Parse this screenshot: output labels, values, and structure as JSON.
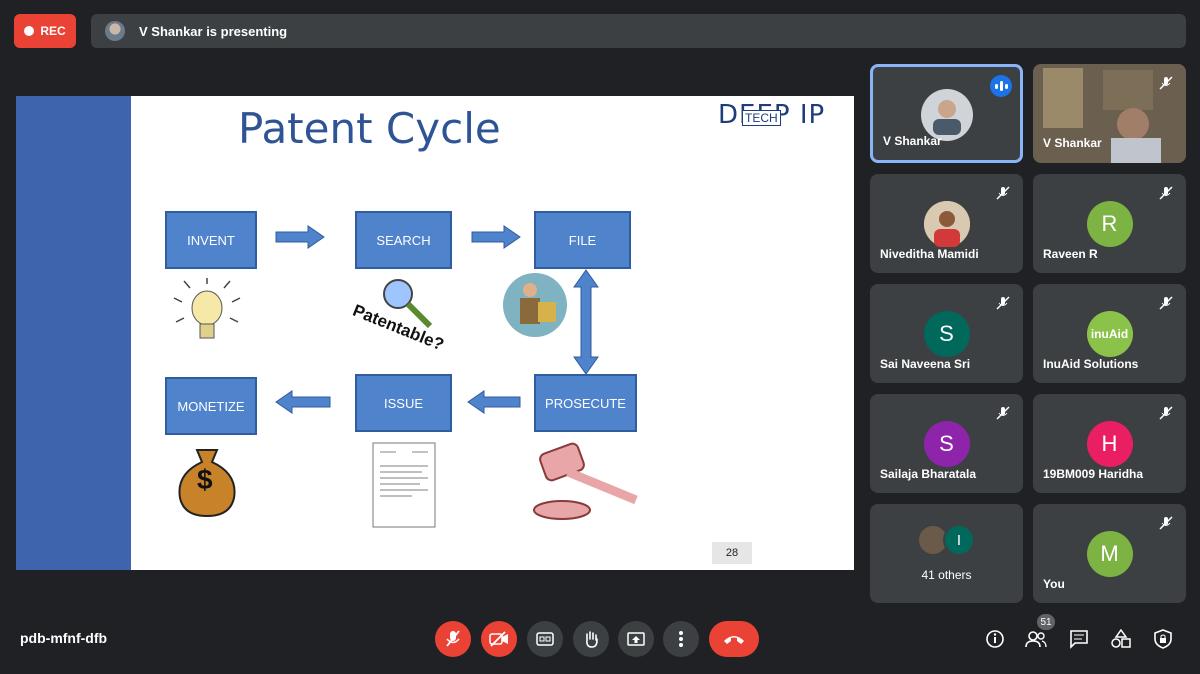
{
  "topbar": {
    "rec_label": "REC",
    "presenting_text": "V Shankar is presenting"
  },
  "slide": {
    "title": "Patent Cycle",
    "logo_main": "DEEP IP",
    "logo_tech": "TECH",
    "boxes": {
      "invent": "INVENT",
      "search": "SEARCH",
      "file": "FILE",
      "monetize": "MONETIZE",
      "issue": "ISSUE",
      "prosecute": "PROSECUTE"
    },
    "patentable_caption": "Patentable?",
    "dollar_sign": "$",
    "page_number": "28"
  },
  "participants": [
    {
      "name": "V Shankar",
      "initial": "",
      "color": "",
      "speaking": true
    },
    {
      "name": "V Shankar",
      "initial": "",
      "color": "",
      "muted": true
    },
    {
      "name": "Niveditha Mamidi",
      "initial": "",
      "color": "",
      "muted": true
    },
    {
      "name": "Raveen R",
      "initial": "R",
      "color": "#7cb342",
      "muted": true
    },
    {
      "name": "Sai Naveena Sri",
      "initial": "S",
      "color": "#00695c",
      "muted": true
    },
    {
      "name": "InuAid Solutions",
      "initial": "inuAid",
      "color": "#8bc34a",
      "muted": true
    },
    {
      "name": "Sailaja Bharatala",
      "initial": "S",
      "color": "#8e24aa",
      "muted": true
    },
    {
      "name": "19BM009 Haridha",
      "initial": "H",
      "color": "#e91e63",
      "muted": true
    },
    {
      "name": "41 others",
      "initial": "I",
      "color": "#00695c"
    },
    {
      "name": "You",
      "initial": "M",
      "color": "#7cb342",
      "muted": true
    }
  ],
  "bottombar": {
    "meeting_code": "pdb-mfnf-dfb",
    "people_count": "51"
  },
  "colors": {
    "background": "#202124",
    "tile": "#3c4043",
    "red": "#ea4335",
    "accent": "#8ab4f8",
    "slide_blue": "#4f83cc"
  }
}
